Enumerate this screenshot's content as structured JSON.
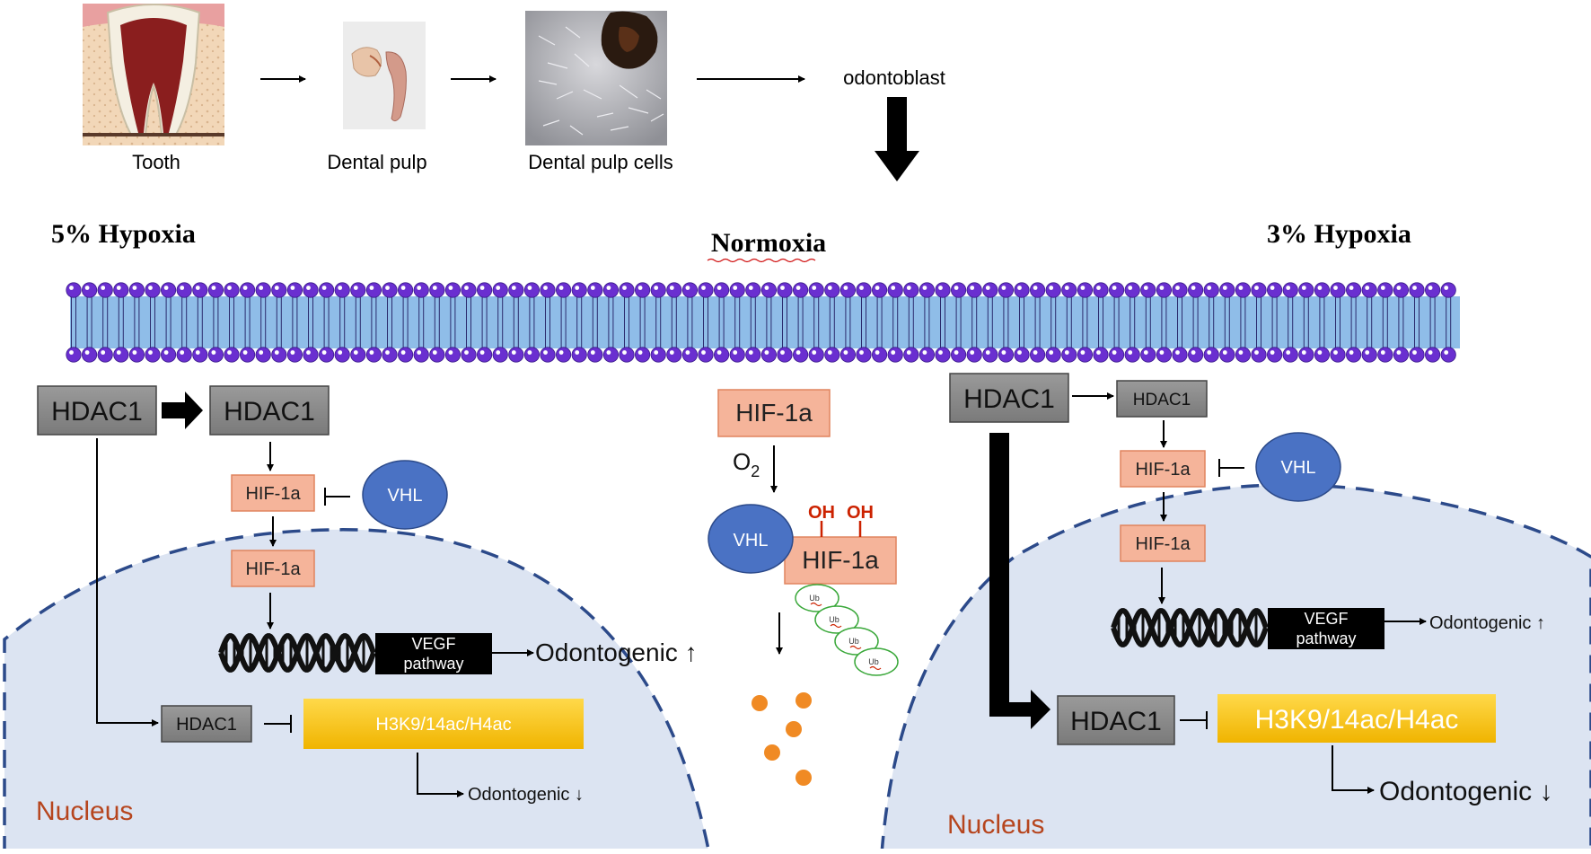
{
  "pipeline": {
    "tooth": "Tooth",
    "dental_pulp": "Dental pulp",
    "dental_pulp_cells": "Dental pulp cells",
    "odontoblast": "odontoblast"
  },
  "conditions": {
    "left": "5% Hypoxia",
    "center": "Normoxia",
    "right": "3% Hypoxia"
  },
  "left_panel": {
    "hdac1_a": "HDAC1",
    "hdac1_b": "HDAC1",
    "hif_cyto": "HIF-1a",
    "vhl": "VHL",
    "hif_nuc": "HIF-1a",
    "vegf_line1": "VEGF",
    "vegf_line2": "pathway",
    "odonto_up": "Odontogenic ↑",
    "hdac1_nuc": "HDAC1",
    "h3k9": "H3K9/14ac/H4ac",
    "odonto_down": "Odontogenic ↓",
    "nucleus": "Nucleus"
  },
  "center_panel": {
    "hif": "HIF-1a",
    "o2": "O",
    "o2_sub": "2",
    "vhl": "VHL",
    "oh1": "OH",
    "oh2": "OH",
    "hif_bound": "HIF-1a",
    "ub": "Ub"
  },
  "right_panel": {
    "hdac1_a": "HDAC1",
    "hdac1_b": "HDAC1",
    "hif_cyto": "HIF-1a",
    "vhl": "VHL",
    "hif_nuc": "HIF-1a",
    "vegf_line1": "VEGF",
    "vegf_line2": "pathway",
    "odonto_up": "Odontogenic ↑",
    "hdac1_nuc": "HDAC1",
    "h3k9": "H3K9/14ac/H4ac",
    "odonto_down": "Odontogenic ↓",
    "nucleus": "Nucleus"
  },
  "colors": {
    "hdac_gray": "#8a8a8a",
    "hif_salmon": "#f5b49a",
    "vhl_blue": "#4a72c4",
    "h3k9_gold": "#f5c518",
    "nucleus_fill": "#dce4f2",
    "nucleus_edge": "#2c4a8a",
    "membrane_blue": "#8fbde8",
    "lipid_purple": "#6a2fd0",
    "oh_red": "#cc2200",
    "degradation_orange": "#f08a24"
  }
}
